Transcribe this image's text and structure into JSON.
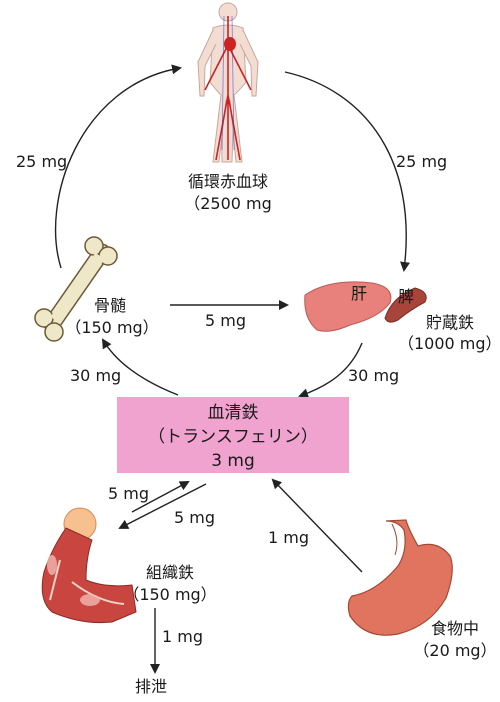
{
  "nodes": {
    "rbc": {
      "name": "循環赤血球",
      "amount": "（2500 mg"
    },
    "marrow": {
      "name": "骨髄",
      "amount": "（150 mg）"
    },
    "storage": {
      "name": "貯蔵鉄",
      "amount": "（1000 mg）",
      "liver": "肝",
      "spleen": "脾"
    },
    "serum": {
      "name": "血清鉄",
      "carrier": "（トランスフェリン）",
      "amount": "3 mg"
    },
    "tissue": {
      "name": "組織鉄",
      "amount": "（150 mg）"
    },
    "food": {
      "name": "食物中",
      "amount": "（20 mg）"
    },
    "excretion": {
      "name": "排泄"
    }
  },
  "flows": {
    "marrow_to_rbc": "25 mg",
    "rbc_to_storage": "25 mg",
    "marrow_to_storage": "5 mg",
    "serum_to_marrow": "30 mg",
    "storage_to_serum": "30 mg",
    "tissue_to_serum": "5 mg",
    "serum_to_tissue": "5 mg",
    "food_to_serum": "1 mg",
    "tissue_to_excretion": "1 mg"
  },
  "colors": {
    "serum_box": "#f0a3cf",
    "organ": "#e8817b",
    "muscle": "#c8463f",
    "stomach": "#e1745e",
    "bone": "#efe8c8"
  }
}
